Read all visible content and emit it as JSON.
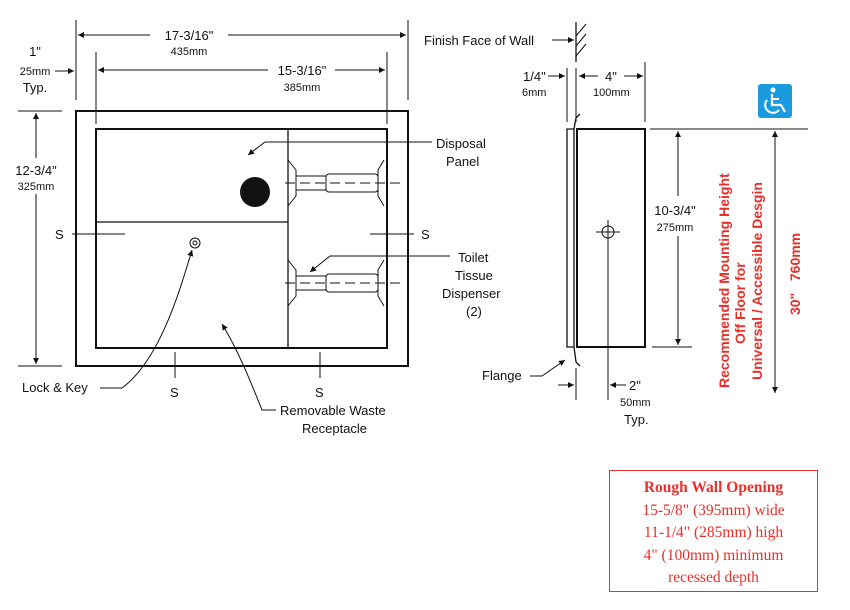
{
  "front_view": {
    "overall_width": {
      "imperial": "17-3/16\"",
      "metric": "435mm"
    },
    "inner_width": {
      "imperial": "15-3/16\"",
      "metric": "385mm"
    },
    "flange": {
      "imperial": "1\"",
      "metric": "25mm",
      "note": "Typ."
    },
    "overall_height": {
      "imperial": "12-3/4\"",
      "metric": "325mm"
    },
    "screw_label": "S",
    "callouts": {
      "disposal_panel": [
        "Disposal",
        "Panel"
      ],
      "toilet_tissue": [
        "Toilet",
        "Tissue",
        "Dispenser",
        "(2)"
      ],
      "lock_key": "Lock & Key",
      "waste": [
        "Removable Waste",
        "Receptacle"
      ]
    }
  },
  "side_view": {
    "wall_label": "Finish Face of Wall",
    "flange_depth": {
      "imperial": "1/4\"",
      "metric": "6mm"
    },
    "depth": {
      "imperial": "4\"",
      "metric": "100mm"
    },
    "height": {
      "imperial": "10-3/4\"",
      "metric": "275mm"
    },
    "flange_label": "Flange",
    "center_offset": {
      "imperial": "2\"",
      "metric": "50mm",
      "note": "Typ."
    },
    "mounting": [
      "Recommended Mounting Height",
      "Off Floor for",
      "Universal / Accessible Desgin"
    ],
    "mounting_height": "30\"   760mm",
    "accessibility_icon": "wheelchair-icon",
    "accent_color": "#e8302a",
    "icon_color": "#1a9be0"
  },
  "rough_opening": {
    "title": "Rough Wall Opening",
    "lines": [
      "15-5/8\" (395mm) wide",
      "11-1/4\" (285mm) high",
      "4\" (100mm) minimum",
      "recessed depth"
    ]
  }
}
